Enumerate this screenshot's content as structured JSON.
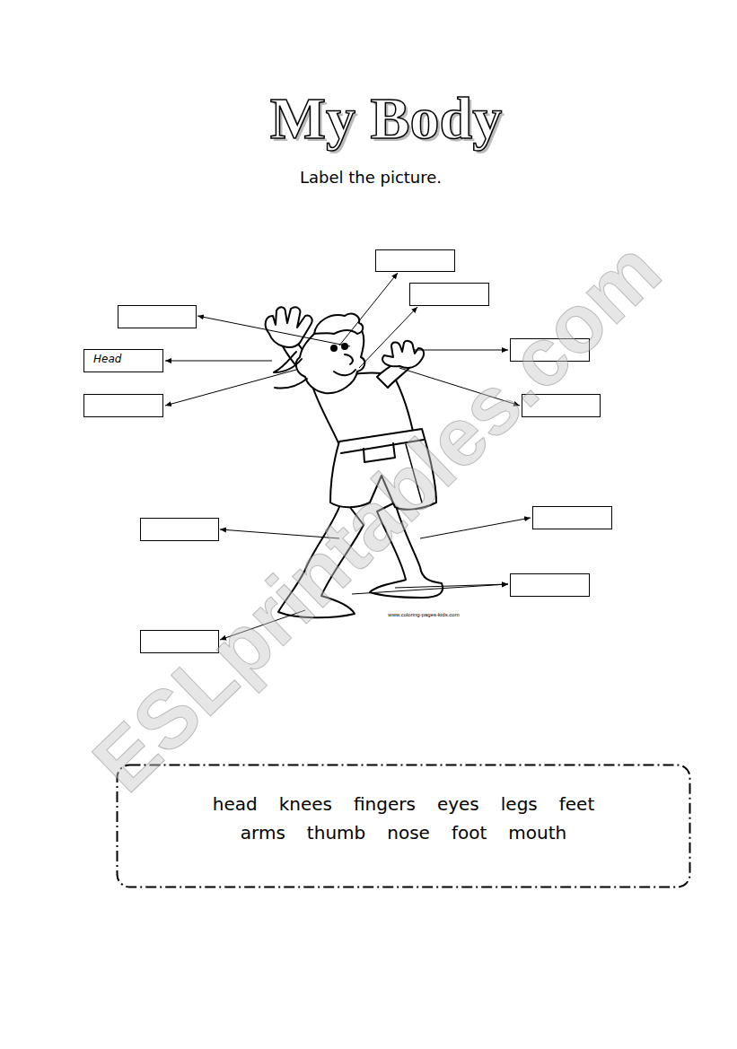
{
  "diagram": {
    "title": "My Body",
    "nodes": [
      {
        "text": [
          "Head"
        ]
      },
      {
        "text": [
          "head",
          "knees",
          "fingers",
          "eyes",
          "legs",
          "feet",
          "arms",
          "thumb",
          "nose",
          "foot",
          "mouth"
        ]
      }
    ],
    "labels": [
      "Label the picture.",
      "www.coloring-pages-kids.com",
      "ESLprintables.com"
    ]
  }
}
